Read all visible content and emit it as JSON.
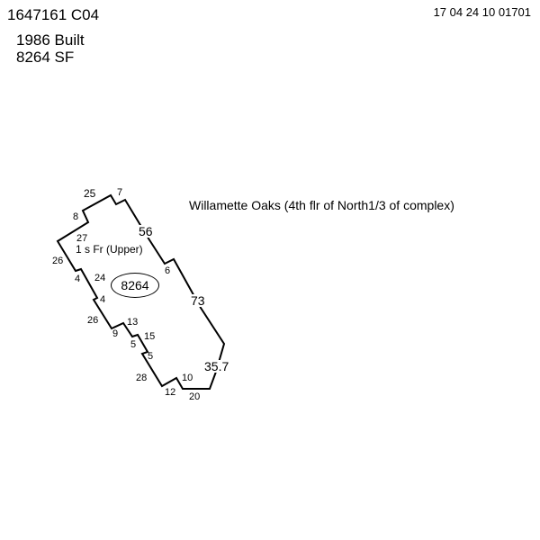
{
  "header": {
    "parcel": "1647161 C04",
    "built": "1986 Built",
    "sqft": "8264 SF"
  },
  "stamp": "17 04 24 10 01701",
  "note": "Willamette Oaks (4th flr of North1/3 of complex)",
  "sketch": {
    "area_label": "8264",
    "section_label": "1 s Fr  (Upper)",
    "dimensions": [
      "25",
      "7",
      "8",
      "56",
      "27",
      "26",
      "6",
      "4",
      "24",
      "4",
      "73",
      "26",
      "13",
      "9",
      "15",
      "5",
      "5",
      "35.7",
      "28",
      "10",
      "12",
      "20"
    ]
  }
}
